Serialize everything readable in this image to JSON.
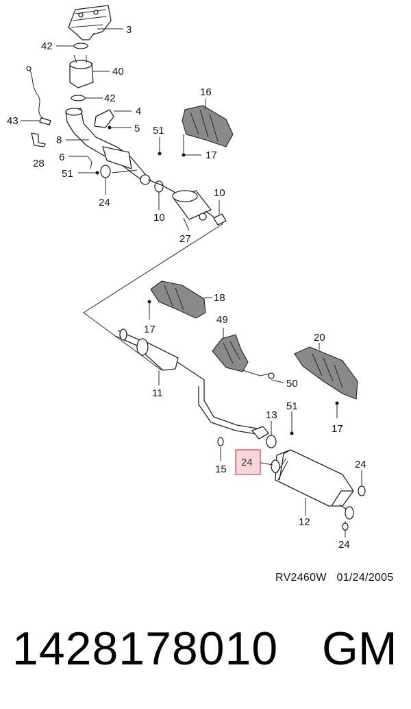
{
  "callouts": {
    "c3": "3",
    "c42a": "42",
    "c40": "40",
    "c42b": "42",
    "c16": "16",
    "c43": "43",
    "c4": "4",
    "c5": "5",
    "c51a": "51",
    "c8": "8",
    "c17a": "17",
    "c28": "28",
    "c6": "6",
    "c51b": "51",
    "c24a": "24",
    "c10a": "10",
    "c10b": "10",
    "c27": "27",
    "c18": "18",
    "c17b": "17",
    "c49": "49",
    "c20": "20",
    "c50": "50",
    "c11": "11",
    "c13": "13",
    "c51c": "51",
    "c17c": "17",
    "c24hl": "24",
    "c15": "15",
    "c24b": "24",
    "c12": "12",
    "c24c": "24"
  },
  "highlight": {
    "label": "24",
    "color": "#f7d6d8",
    "border": "#d4636e"
  },
  "footer": {
    "drawing_code": "RV2460W",
    "date": "01/24/2005",
    "part_number": "1428178010",
    "brand": "GM"
  }
}
